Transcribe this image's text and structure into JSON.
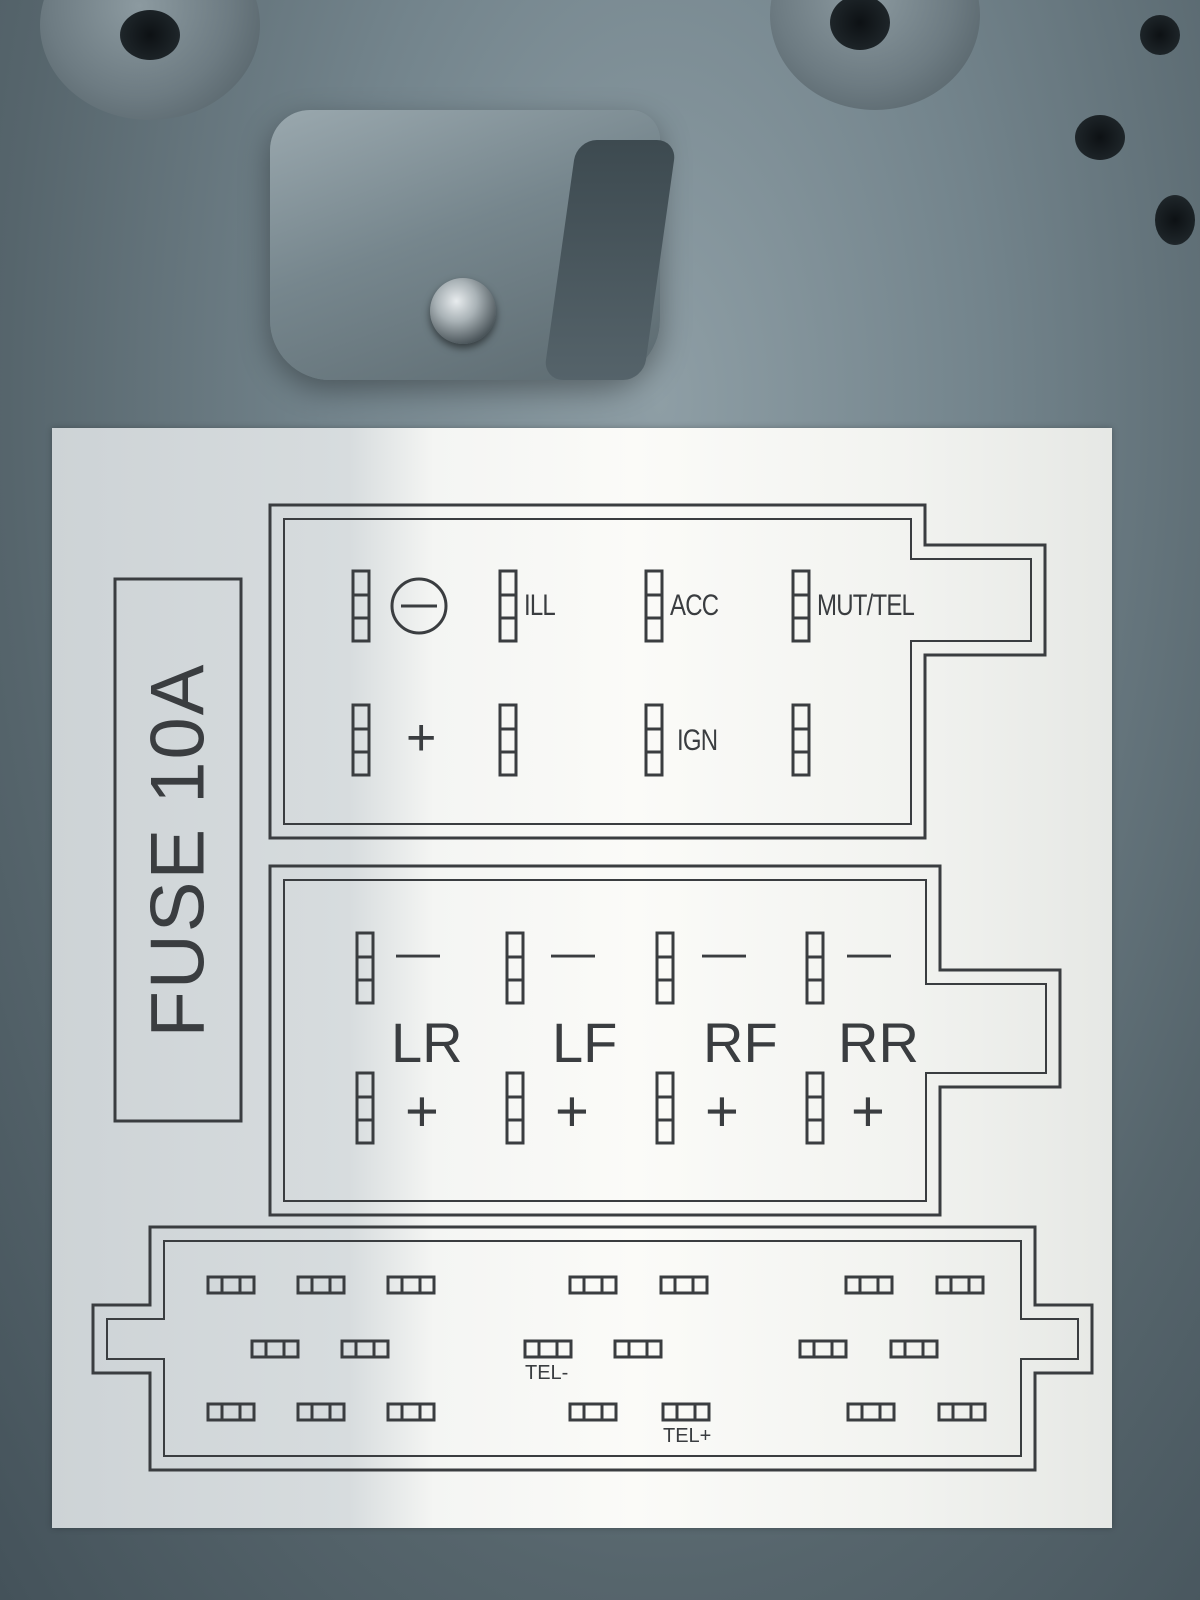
{
  "fuse": {
    "label": "FUSE  10A"
  },
  "power_connector": {
    "top_row": [
      {
        "symbol": "⊖"
      },
      {
        "label": "ILL"
      },
      {
        "label": "ACC"
      },
      {
        "label": "MUT/TEL"
      }
    ],
    "bottom_row": [
      {
        "symbol": "+"
      },
      {
        "label": ""
      },
      {
        "label": "IGN"
      },
      {
        "label": ""
      }
    ]
  },
  "speaker_connector": {
    "channels": [
      {
        "name": "LR",
        "neg": "—",
        "pos": "+"
      },
      {
        "name": "LF",
        "neg": "—",
        "pos": "+"
      },
      {
        "name": "RF",
        "neg": "—",
        "pos": "+"
      },
      {
        "name": "RR",
        "neg": "—",
        "pos": "+"
      }
    ]
  },
  "aux_connector": {
    "labels": {
      "tel_minus": "TEL-",
      "tel_plus": "TEL+"
    }
  },
  "colors": {
    "ink": "#3a3d40",
    "label_bg": "#f4f5f3",
    "metal": "#6d7b82"
  }
}
